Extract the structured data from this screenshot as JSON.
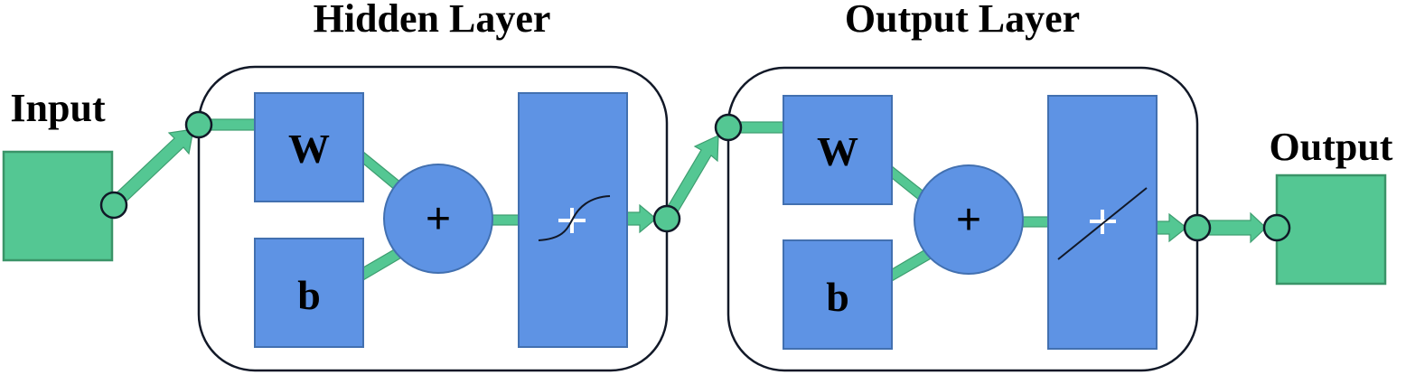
{
  "diagram": {
    "type": "neural-network-architecture",
    "colors": {
      "io_fill": "#54C793",
      "io_stroke": "#3A9468",
      "block_fill": "#5E93E4",
      "block_stroke": "#4270B0",
      "connector": "#54C793",
      "connector_stroke": "#3D9E70",
      "frame_stroke": "#111827",
      "text": "#000000",
      "transfer_mark": "#ffffff"
    },
    "input": {
      "label": "Input"
    },
    "output": {
      "label": "Output"
    },
    "layers": [
      {
        "id": "hidden",
        "title": "Hidden Layer",
        "weight_label": "W",
        "bias_label": "b",
        "sum_symbol": "+",
        "transfer_function": "sigmoid"
      },
      {
        "id": "output",
        "title": "Output Layer",
        "weight_label": "W",
        "bias_label": "b",
        "sum_symbol": "+",
        "transfer_function": "linear"
      }
    ]
  }
}
